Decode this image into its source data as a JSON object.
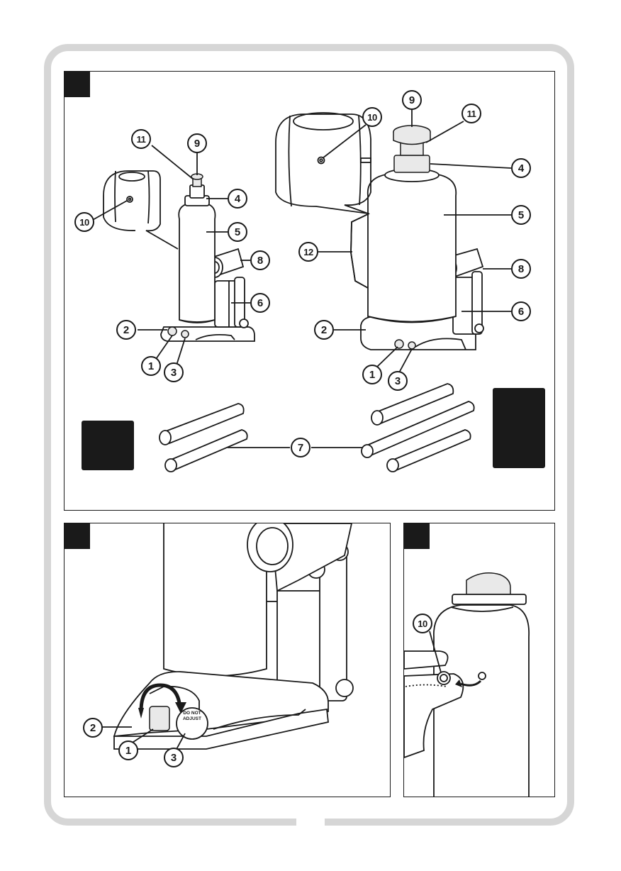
{
  "callouts": {
    "p1_c11": "11",
    "p1_c9": "9",
    "p1_c10": "10",
    "p1_c4": "4",
    "p1_c5": "5",
    "p1_c8": "8",
    "p1_c6": "6",
    "p1_c2": "2",
    "p1_c1": "1",
    "p1_c3": "3",
    "p2_c9": "9",
    "p2_c10": "10",
    "p2_c11": "11",
    "p2_c4": "4",
    "p2_c5": "5",
    "p2_c12": "12",
    "p2_c8": "8",
    "p2_c6": "6",
    "p2_c2": "2",
    "p2_c1": "1",
    "p2_c3": "3",
    "handle_c7": "7",
    "detail_c2": "2",
    "detail_c1": "1",
    "detail_c3": "3",
    "release_c10": "10"
  },
  "valve_label": {
    "line1": "DO NOT",
    "line2": "ADJUST"
  },
  "colors": {
    "line": "#1a1a1a",
    "frame": "#d6d6d6",
    "shade": "#e9e9e9"
  }
}
